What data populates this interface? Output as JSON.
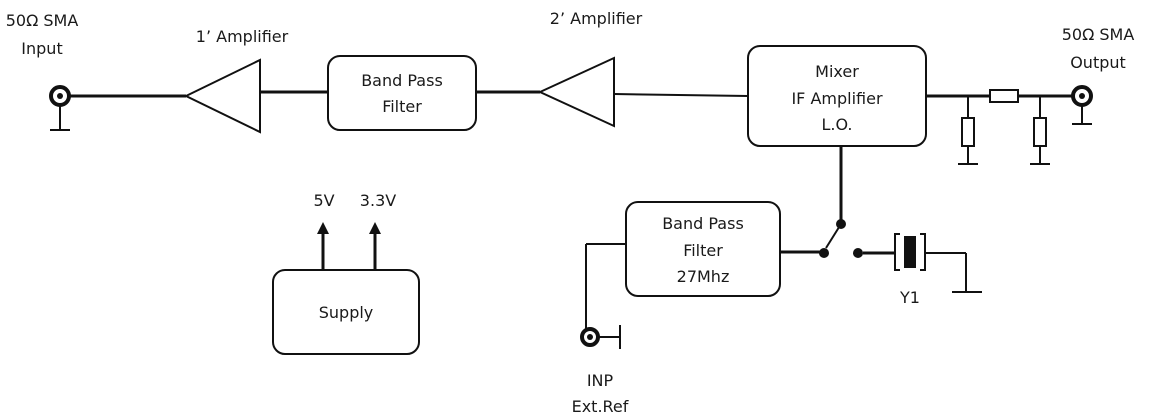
{
  "labels": {
    "input_line1": "50Ω SMA",
    "input_line2": "Input",
    "output_line1": "50Ω SMA",
    "output_line2": "Output",
    "amp1": "1’ Amplifier",
    "amp2": "2’ Amplifier",
    "bpf1_line1": "Band Pass",
    "bpf1_line2": "Filter",
    "mixer_line1": "Mixer",
    "mixer_line2": "IF Amplifier",
    "mixer_line3": "L.O.",
    "v5": "5V",
    "v33": "3.3V",
    "supply": "Supply",
    "bpf2_line1": "Band Pass",
    "bpf2_line2": "Filter",
    "bpf2_line3": "27Mhz",
    "crystal": "Y1",
    "inp_line1": "INP",
    "inp_line2": "Ext.Ref"
  },
  "icons": {
    "input_connector": "sma-connector-icon",
    "output_connector": "sma-connector-icon",
    "ref_connector": "sma-connector-icon",
    "amplifier": "amplifier-triangle-icon",
    "resistor": "resistor-icon",
    "crystal": "crystal-icon",
    "switch": "spdt-switch-icon"
  }
}
